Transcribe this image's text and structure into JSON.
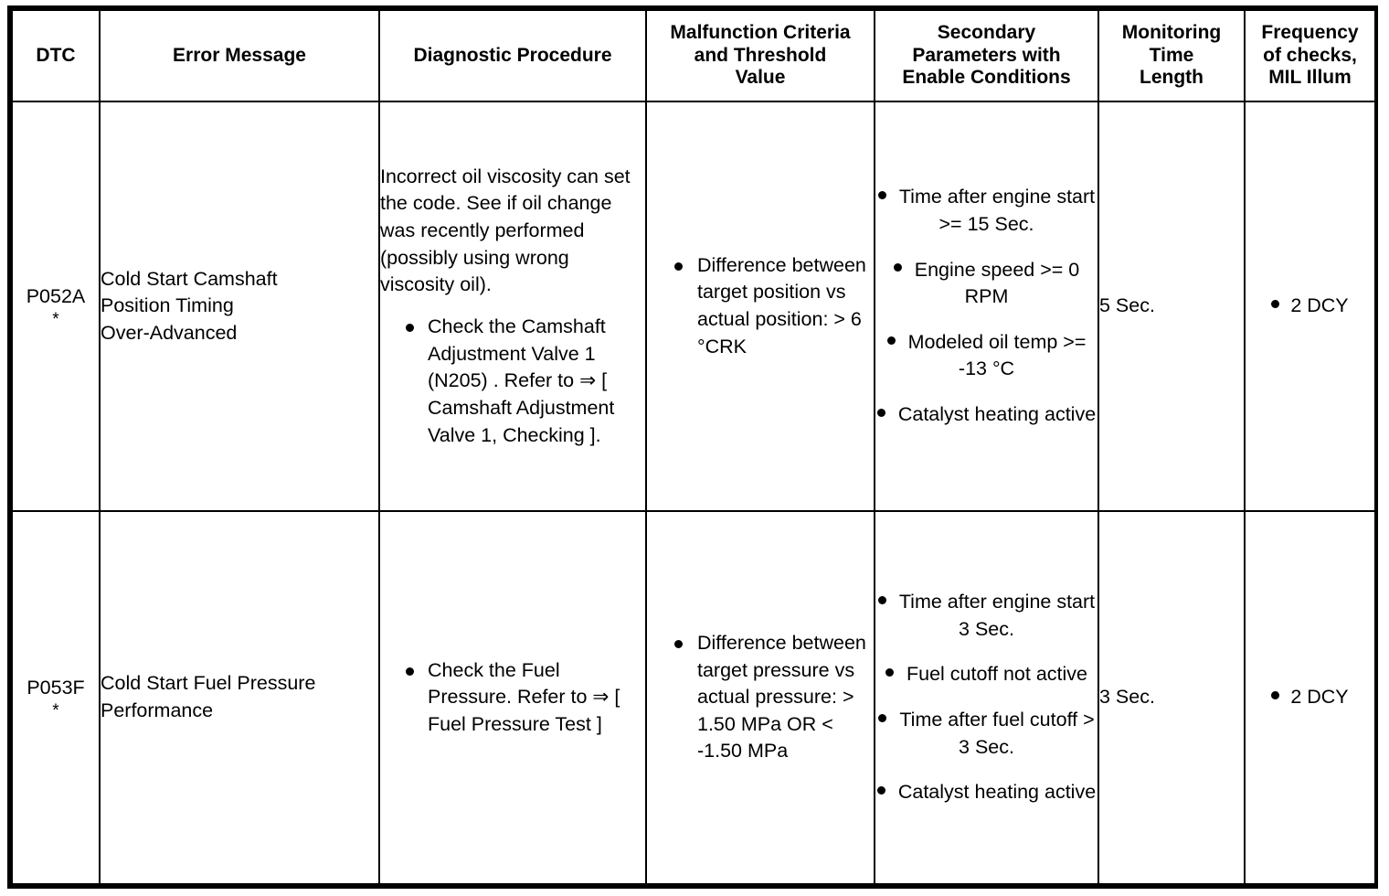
{
  "table": {
    "headers": [
      {
        "key": "dtc",
        "lines": [
          "DTC"
        ]
      },
      {
        "key": "err",
        "lines": [
          "Error Message"
        ]
      },
      {
        "key": "diag",
        "lines": [
          "Diagnostic Procedure"
        ]
      },
      {
        "key": "mal",
        "lines": [
          "Malfunction Criteria",
          "and Threshold",
          "Value"
        ]
      },
      {
        "key": "sec",
        "lines": [
          "Secondary",
          "Parameters with",
          "Enable Conditions"
        ]
      },
      {
        "key": "mon",
        "lines": [
          "Monitoring",
          "Time",
          "Length"
        ]
      },
      {
        "key": "freq",
        "lines": [
          "Frequency",
          "of checks,",
          "MIL Illum"
        ]
      }
    ],
    "rows": [
      {
        "dtc_code": "P052A",
        "dtc_note": "*",
        "error_message_lines": [
          "Cold Start Camshaft",
          "Position Timing",
          "Over-Advanced"
        ],
        "diagnostic_paragraph": "Incorrect oil viscosity can set the code. See if oil change was recently performed (possibly using wrong viscosity oil).",
        "diagnostic_bullets": [
          "Check the Camshaft Adjustment Valve 1 (N205) . Refer to ⇒ [ Camshaft Adjustment Valve 1, Checking ]."
        ],
        "malfunction_bullets": [
          "Difference between target position vs actual position: > 6 °CRK"
        ],
        "secondary_bullets": [
          "Time after engine start >= 15 Sec.",
          "Engine speed >= 0 RPM",
          "Modeled oil temp >= -13 °C",
          "Catalyst heating active"
        ],
        "monitoring_time": "5 Sec.",
        "frequency_bullets": [
          "2 DCY"
        ]
      },
      {
        "dtc_code": "P053F",
        "dtc_note": "*",
        "error_message_lines": [
          "Cold Start Fuel Pressure",
          "Performance"
        ],
        "diagnostic_paragraph": "",
        "diagnostic_bullets": [
          "Check the Fuel Pressure. Refer to ⇒ [ Fuel Pressure Test ]"
        ],
        "malfunction_bullets": [
          "Difference between target pressure vs actual pressure: > 1.50 MPa OR < -1.50 MPa"
        ],
        "secondary_bullets": [
          "Time after engine start 3 Sec.",
          "Fuel cutoff not active",
          "Time after fuel cutoff > 3 Sec.",
          "Catalyst heating active"
        ],
        "monitoring_time": "3 Sec.",
        "frequency_bullets": [
          "2 DCY"
        ]
      }
    ]
  }
}
